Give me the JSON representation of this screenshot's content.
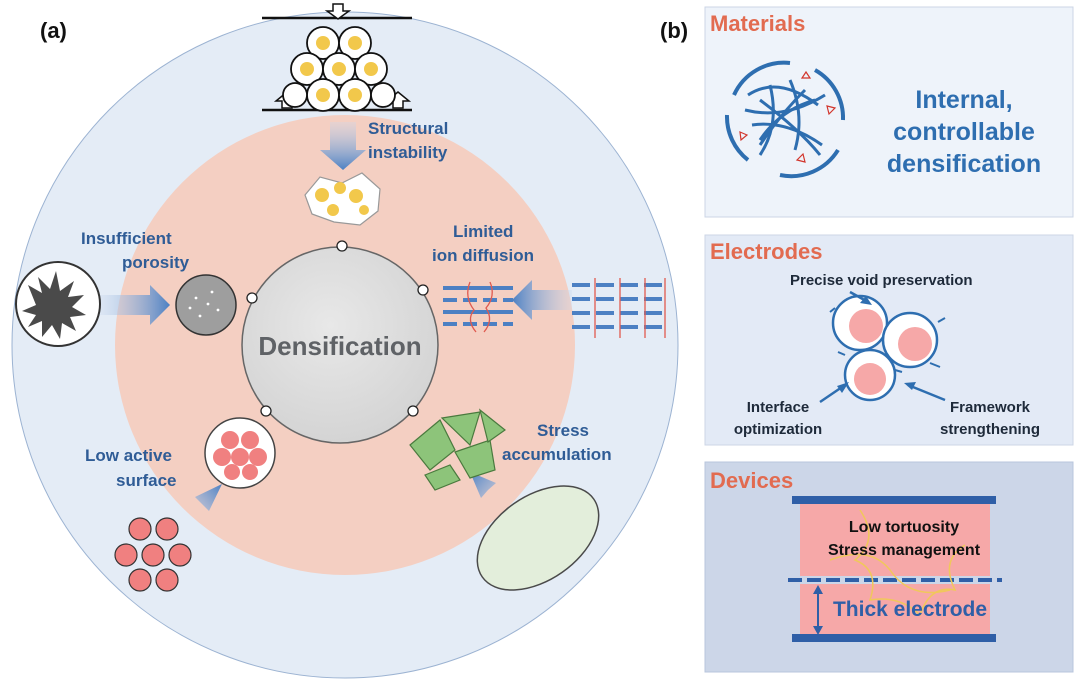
{
  "panel_a": {
    "tag": "(a)",
    "center_label": "Densification",
    "issues": [
      {
        "line1": "Structural",
        "line2": "instability"
      },
      {
        "line1": "Limited",
        "line2": "ion diffusion"
      },
      {
        "line1": "Stress",
        "line2": "accumulation"
      },
      {
        "line1": "Low active",
        "line2": "surface"
      },
      {
        "line1": "Insufficient",
        "line2": "porosity"
      }
    ]
  },
  "panel_b": {
    "tag": "(b)",
    "materials": {
      "title": "Materials",
      "text": [
        "Internal,",
        "controllable",
        "densification"
      ]
    },
    "electrodes": {
      "title": "Electrodes",
      "void": "Precise void preservation",
      "interface": [
        "Interface",
        "optimization"
      ],
      "framework": [
        "Framework",
        "strengthening"
      ]
    },
    "devices": {
      "title": "Devices",
      "line1": "Low tortuosity",
      "line2": "Stress management",
      "thick": "Thick electrode"
    }
  },
  "colors": {
    "outer_circle": "#e4ecf6",
    "ring": "#f4cfc2",
    "core": "#dcdcdc",
    "label_blue": "#2f5c96",
    "title_orange": "#e26b50",
    "fiber_blue": "#2e6eb0",
    "electrode_pink": "#f6a8a8",
    "bar_blue": "#2f5fa7"
  }
}
